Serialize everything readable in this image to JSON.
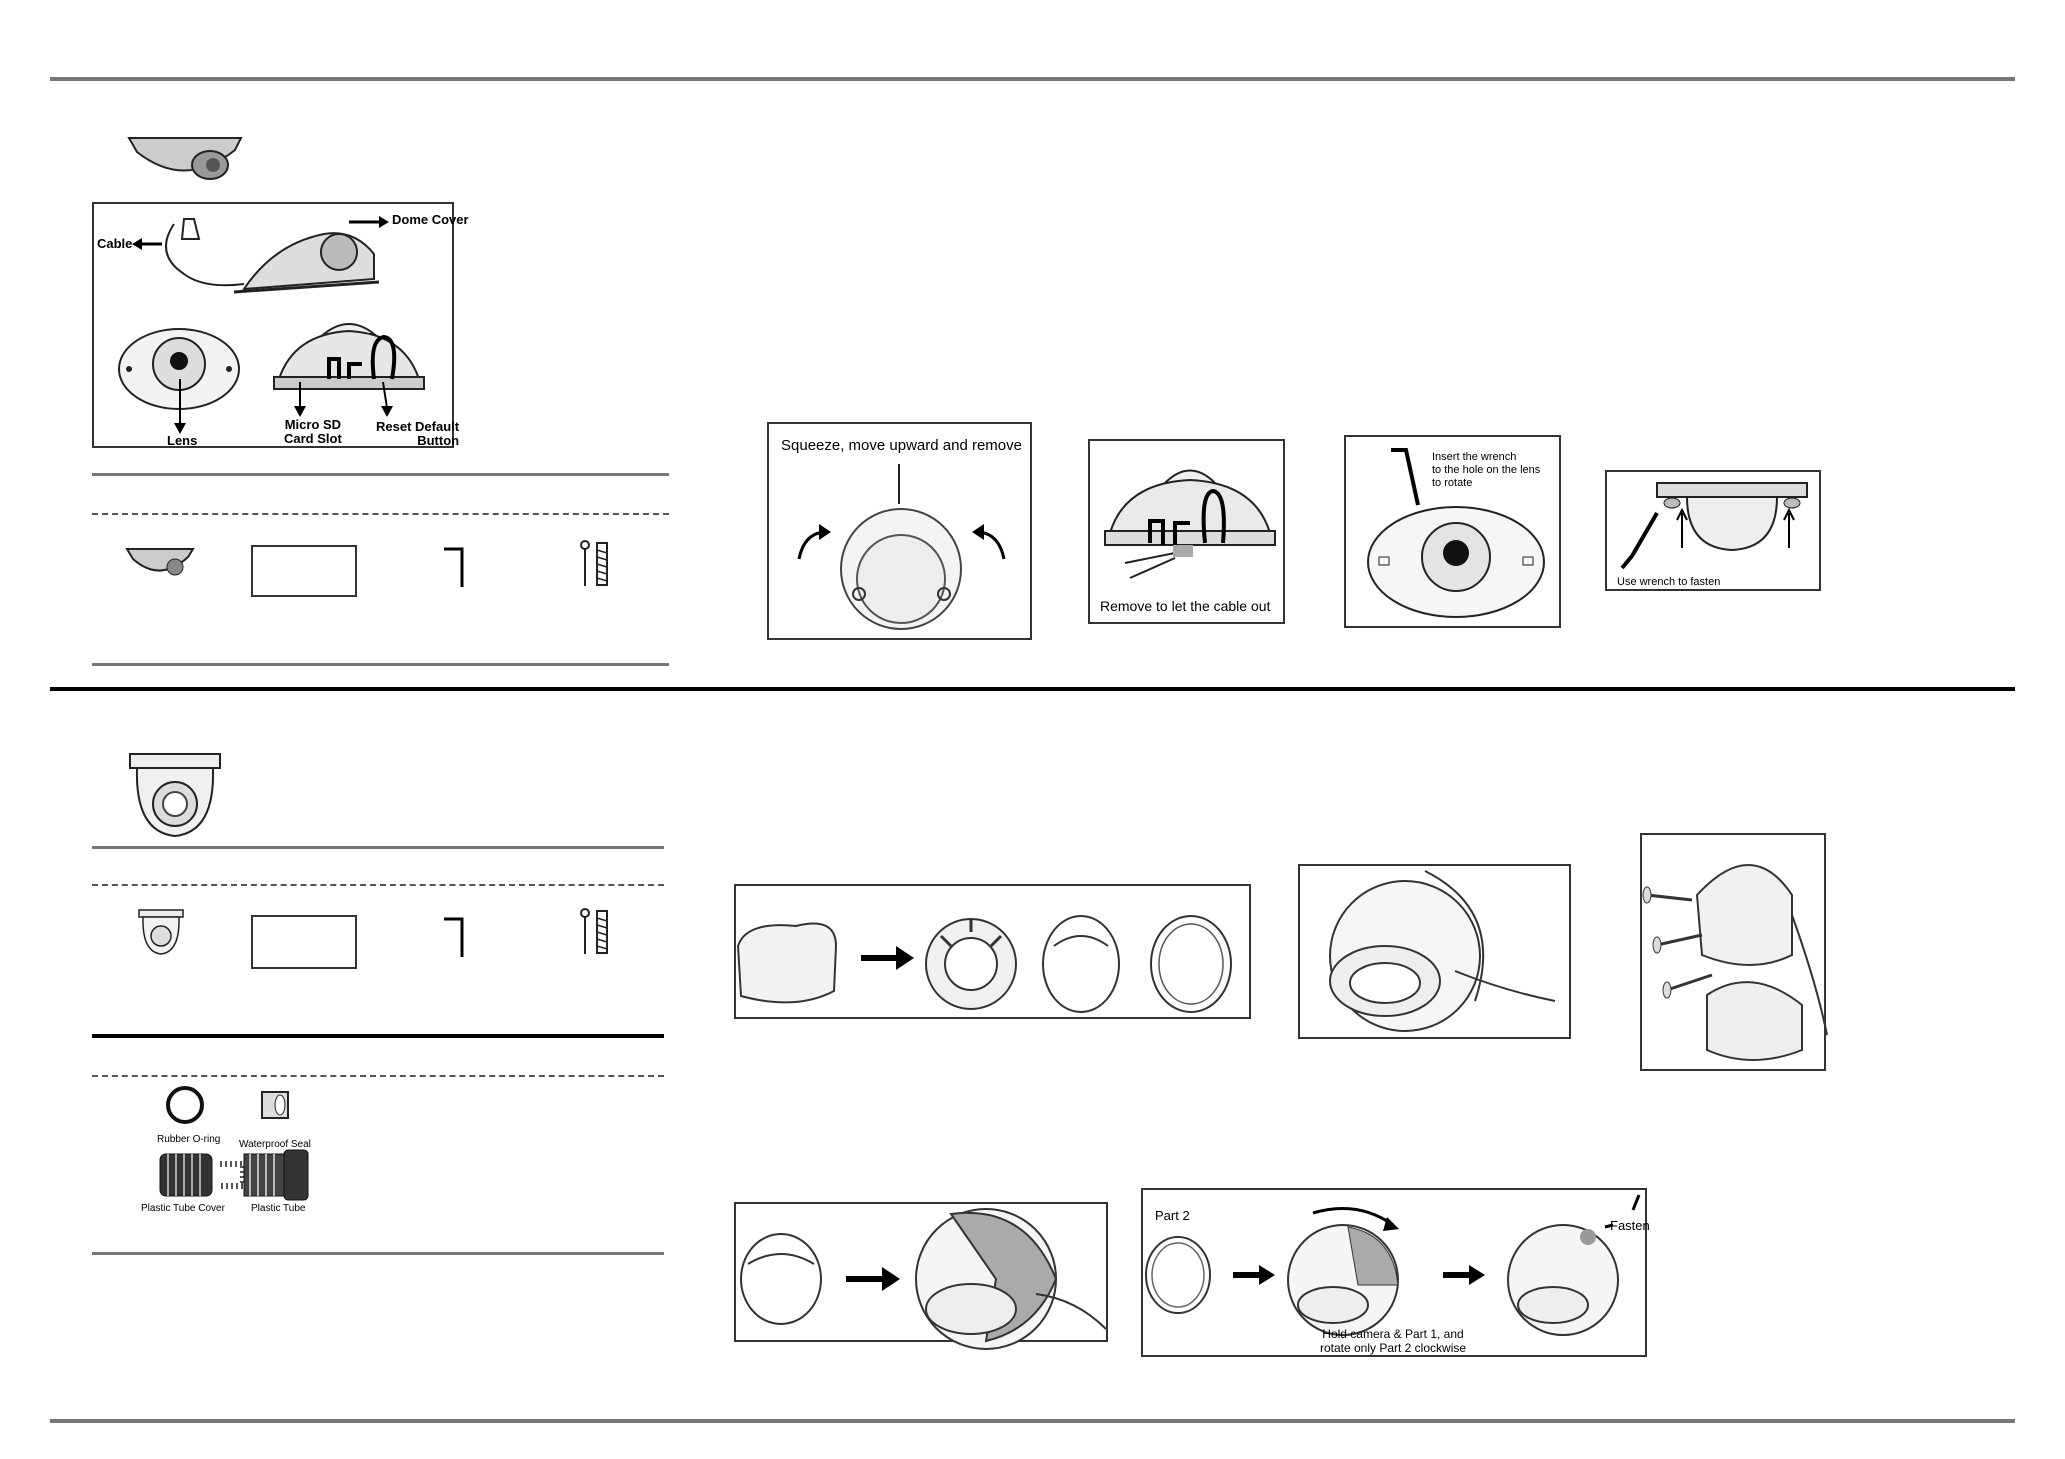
{
  "section1": {
    "diagram_labels": {
      "dome_cover": "Dome Cover",
      "cable": "Cable",
      "lens": "Lens",
      "micro_sd": "Micro SD\nCard Slot",
      "reset": "Reset Default\nButton"
    },
    "steps": {
      "squeeze": "Squeeze, move upward and remove",
      "remove_cable": "Remove to let the cable out",
      "insert_wrench": "Insert the wrench\nto the hole on the lens\nto rotate",
      "use_wrench": "Use wrench to fasten"
    }
  },
  "section2": {
    "accessories": {
      "rubber_oring": "Rubber O-ring",
      "waterproof_seal": "Waterproof Seal",
      "plastic_tube_cover": "Plastic Tube Cover",
      "plastic_tube": "Plastic Tube"
    },
    "steps": {
      "part2": "Part 2",
      "fasten": "Fasten",
      "hold_camera": "Hold camera & Part 1, and\nrotate only Part 2 clockwise"
    }
  }
}
